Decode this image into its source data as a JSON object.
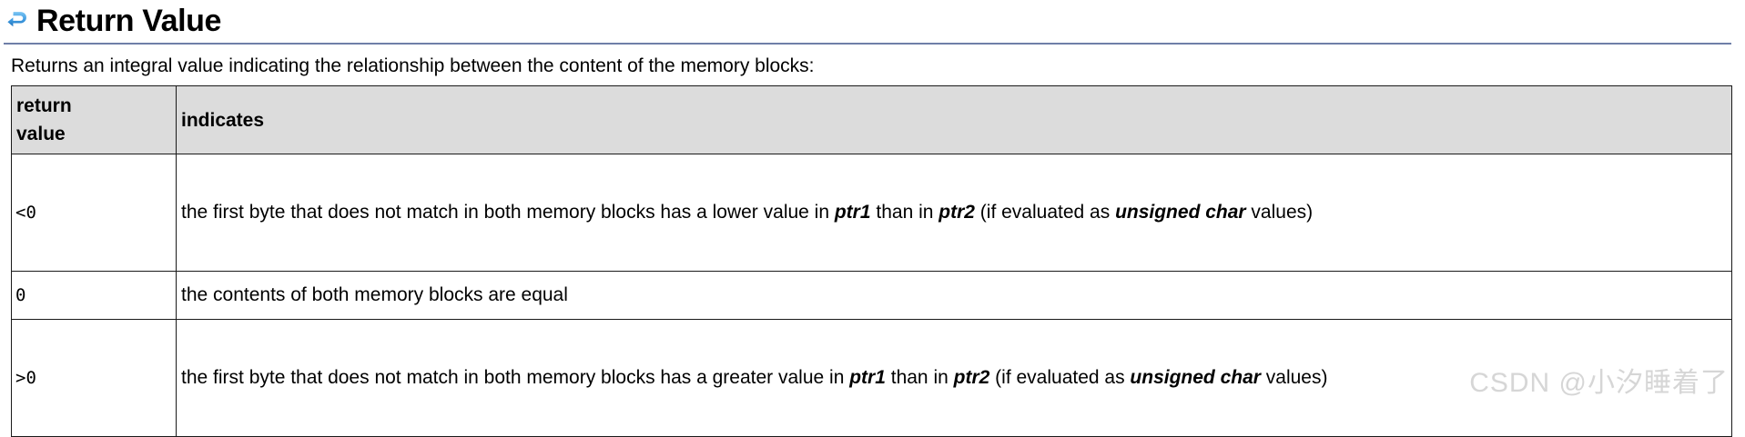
{
  "heading": {
    "icon": "return-arrow-icon",
    "title": "Return Value",
    "rule_color": "#6f7fa8"
  },
  "intro": "Returns an integral value indicating the relationship between the content of the memory blocks:",
  "table": {
    "headers": {
      "value_column": "return value",
      "value_column_line1": "return",
      "value_column_line2": "value",
      "indicates_column": "indicates"
    },
    "header_background": "#dcdcdc",
    "rows": [
      {
        "value": "<0",
        "desc_parts": [
          {
            "text": "the first byte that does not match in both memory blocks has a lower value in ",
            "style": "normal"
          },
          {
            "text": "ptr1",
            "style": "bold-italic"
          },
          {
            "text": " than in ",
            "style": "normal"
          },
          {
            "text": "ptr2",
            "style": "bold-italic"
          },
          {
            "text": " (if evaluated as ",
            "style": "normal"
          },
          {
            "text": "unsigned char",
            "style": "bold-italic"
          },
          {
            "text": " values)",
            "style": "normal"
          }
        ]
      },
      {
        "value": "0",
        "desc_parts": [
          {
            "text": "the contents of both memory blocks are equal",
            "style": "normal"
          }
        ]
      },
      {
        "value": ">0",
        "desc_parts": [
          {
            "text": "the first byte that does not match in both memory blocks has a greater value in ",
            "style": "normal"
          },
          {
            "text": "ptr1",
            "style": "bold-italic"
          },
          {
            "text": " than in ",
            "style": "normal"
          },
          {
            "text": "ptr2",
            "style": "bold-italic"
          },
          {
            "text": " (if evaluated as ",
            "style": "normal"
          },
          {
            "text": "unsigned char",
            "style": "bold-italic"
          },
          {
            "text": " values)",
            "style": "normal"
          }
        ]
      }
    ]
  },
  "watermark": "CSDN @小汐睡着了"
}
